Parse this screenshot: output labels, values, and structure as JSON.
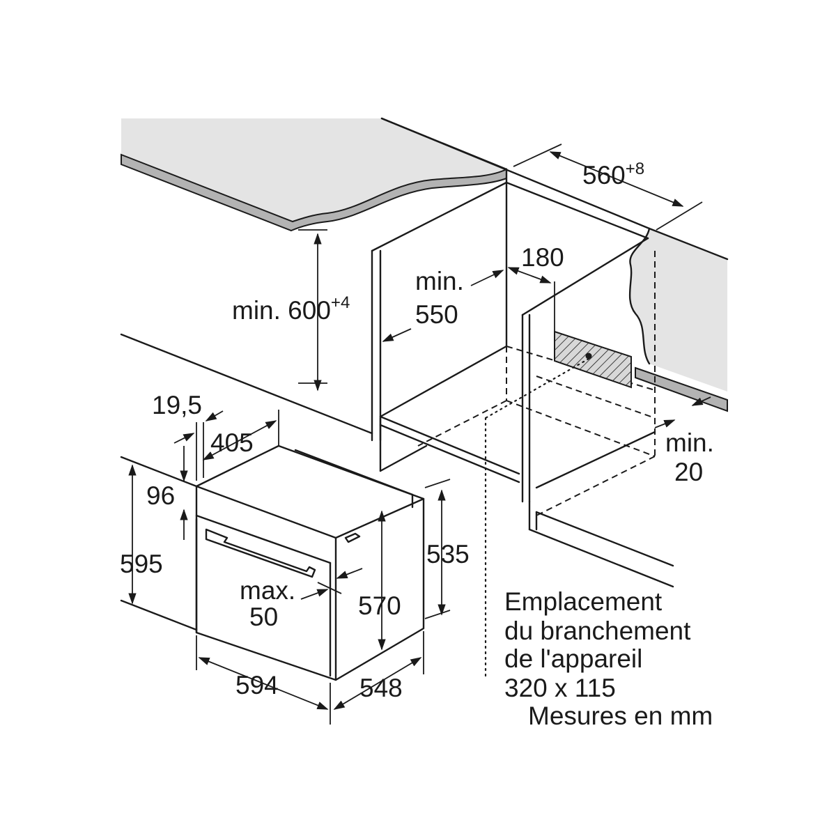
{
  "labels": {
    "niche_width": "560",
    "niche_width_tolerance": "+8",
    "outlet_offset": "180",
    "niche_height_prefix": "min. 600",
    "niche_height_tolerance": "+4",
    "depth_min_line1": "min.",
    "depth_min_line2": "550",
    "back_gap_line1": "min.",
    "back_gap_line2": "20",
    "panel_offset": "19,5",
    "body_width_top": "405",
    "top_strip": "96",
    "front_height": "595",
    "handle_line1": "max.",
    "handle_line2": "50",
    "body_height": "570",
    "side_height": "535",
    "front_width": "594",
    "body_depth": "548"
  },
  "notes": {
    "connection_line1": "Emplacement",
    "connection_line2": "du branchement",
    "connection_line3": "de l'appareil",
    "connection_size": "320 x 115",
    "units": "Mesures en mm"
  },
  "colors": {
    "line": "#1a1a1a",
    "countertop_top": "#e4e4e4",
    "countertop_edge": "#b3b3b3",
    "background": "#ffffff"
  }
}
